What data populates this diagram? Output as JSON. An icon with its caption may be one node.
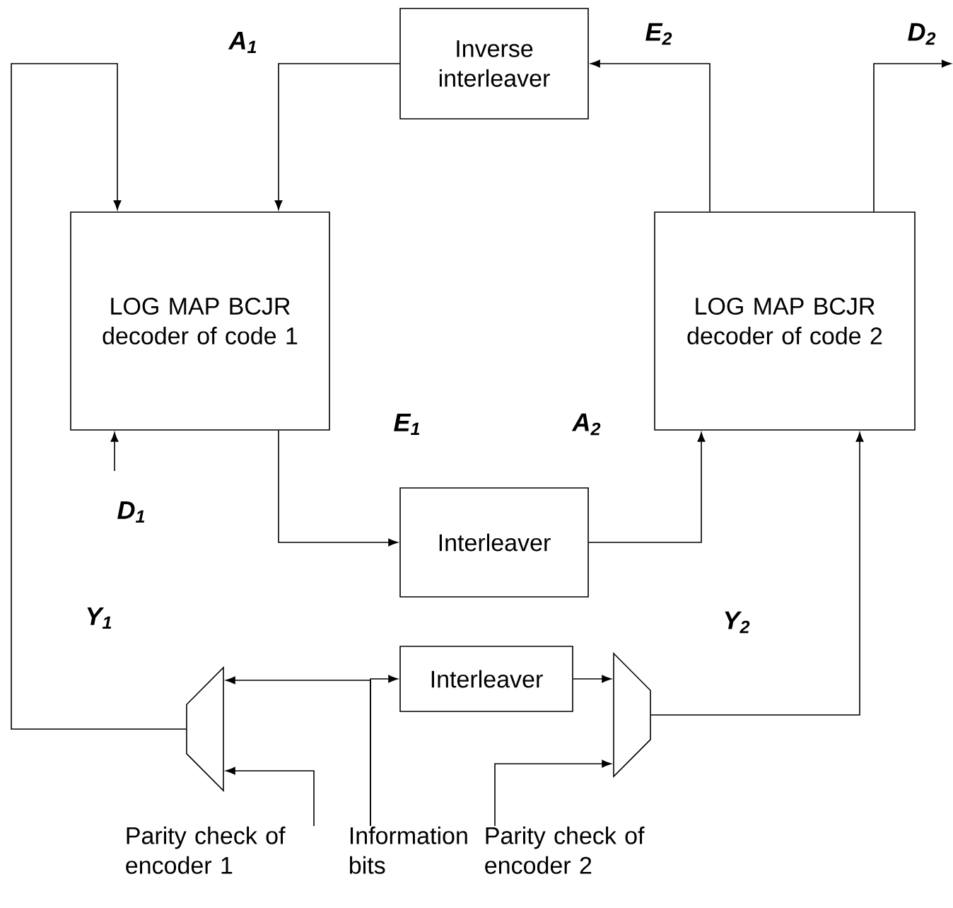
{
  "diagram": {
    "nodes": [
      {
        "text": [
          "Inverse interleaver"
        ]
      },
      {
        "text": [
          "LOG MAP BCJR decoder of code 1"
        ]
      },
      {
        "text": [
          "LOG MAP BCJR decoder of code 2"
        ]
      },
      {
        "text": [
          "Interleaver"
        ]
      },
      {
        "text": [],
        "shape": "trapezoid"
      },
      {
        "text": [
          "Interleaver"
        ]
      },
      {
        "text": [],
        "shape": "trapezoid"
      },
      {
        "text": [
          "Parity check of encoder 1"
        ]
      },
      {
        "text": [
          "Information bits"
        ]
      },
      {
        "text": [
          "Parity check of encoder 2"
        ]
      }
    ],
    "edges": [
      {
        "from": 0,
        "to": 1,
        "arrow": "to",
        "label": "A$_{1}$"
      },
      {
        "from": 2,
        "to": 0,
        "arrow": "to",
        "label": "E$_{2}$"
      },
      {
        "from": 2,
        "to": null,
        "arrow": "to",
        "label": "D$_{2}$"
      },
      {
        "from": null,
        "to": 1,
        "arrow": "to",
        "label": "D$_{1}$"
      },
      {
        "from": 1,
        "to": 3,
        "arrow": "to",
        "label": "E$_{1}$"
      },
      {
        "from": 3,
        "to": 2,
        "arrow": "to",
        "label": "A$_{2}$"
      },
      {
        "from": 4,
        "to": 1,
        "arrow": "to",
        "label": "Y$_{1}$"
      },
      {
        "from": 6,
        "to": 2,
        "arrow": "to",
        "label": "Y$_{2}$"
      },
      {
        "from": 8,
        "to": 4,
        "arrow": "to"
      },
      {
        "from": 8,
        "to": 5,
        "arrow": "to"
      },
      {
        "from": 5,
        "to": 6,
        "arrow": "to"
      },
      {
        "from": 7,
        "to": 4,
        "arrow": "to"
      },
      {
        "from": 9,
        "to": 6,
        "arrow": "to"
      }
    ]
  }
}
